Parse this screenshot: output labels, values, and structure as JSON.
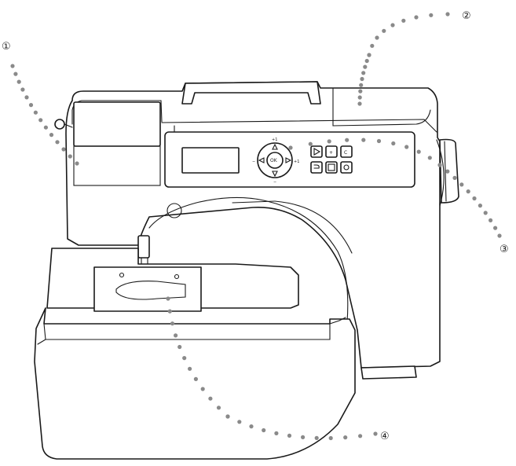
{
  "callouts": [
    {
      "number": "①"
    },
    {
      "number": "②"
    },
    {
      "number": "③"
    },
    {
      "number": "④"
    }
  ],
  "control_panel": {
    "ok_label": "OK",
    "plus_label": "+",
    "clear_label": "C",
    "up_mark": "+1",
    "right_mark": "+1",
    "left_mark": "−",
    "down_mark": "−"
  },
  "colors": {
    "line": "#1a1a1a",
    "dots": "#8a8a8a"
  }
}
